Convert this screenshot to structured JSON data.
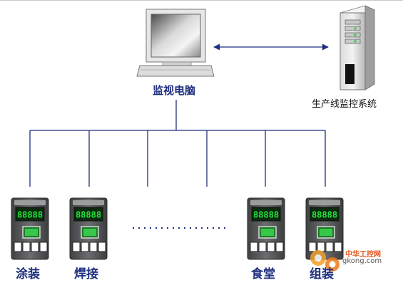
{
  "monitor_pc": {
    "label": "监视电脑"
  },
  "line_system": {
    "label": "生产线监控系统"
  },
  "nodes": [
    {
      "label": "涂装",
      "display": "88888"
    },
    {
      "label": "焊接",
      "display": "88888"
    },
    {
      "label": "食堂",
      "display": "88888"
    },
    {
      "label": "组装",
      "display": "88888"
    }
  ],
  "watermark": {
    "text": "中华工控网",
    "url": "gkong.com"
  },
  "colors": {
    "line": "#1f2f80",
    "label_blue": "#1e2f7e",
    "screen_green": "#23e63b",
    "terminal_body": "#5d5f61",
    "watermark": "#e8541a"
  }
}
